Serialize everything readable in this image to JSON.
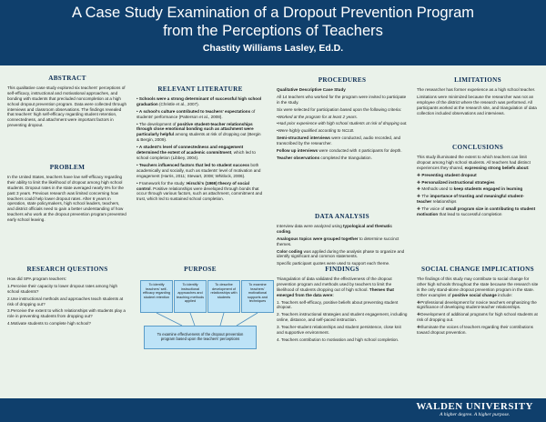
{
  "header": {
    "title_line1": "A Case Study Examination of a Dropout Prevention Program",
    "title_line2": "from the Perceptions of Teachers",
    "author": "Chastity Williams Lasley, Ed.D."
  },
  "abstract": {
    "heading": "ABSTRACT",
    "text": "This qualitative case study explored six teachers' perceptions of self-efficacy, instructional and motivational approaches, and bonding with students that precluded noncompletion at a high school dropout prevention program. Data were collected through interviews and classroom observations. The findings revealed that teachers' high self-efficacy regarding student retention, connectedness, and attachment were important factors in preventing dropout."
  },
  "problem": {
    "heading": "PROBLEM",
    "text": "In the United States, teachers have low self-efficacy regarding their ability to limit the likelihood of dropout among high school students. Dropout rates in the state averaged nearly 5% for the past 3 years. Previous research was limited concerning how teachers could help lower dropout rates. After 6 years in operation, state policymakers, high school leaders, teachers, and district officials need to gain a better understanding of how teachers who work at the dropout prevention program prevented early school leaving."
  },
  "rq": {
    "heading": "RESEARCH QUESTIONS",
    "intro": "How did SPA program teachers:",
    "items": [
      "1.Perceive their capacity to lower dropout rates among high school students?",
      "2.Use instructional methods and approaches teach students at risk of dropping out?",
      "3.Perceive the extent to which relationships with students play a role in preventing students from dropping out?",
      "4.Motivate students to complete high school?"
    ]
  },
  "literature": {
    "heading": "RELEVANT LITERATURE",
    "items": [
      {
        "bold": "Schools were a strong determinant of successful high school graduation",
        "rest": " (Christle et al., 2007)."
      },
      {
        "bold": "A school's culture contributed to teachers' expectations",
        "rest": " of students' performance (Patterson et al., 2008)."
      },
      {
        "pre": "The development of ",
        "bold": "positive student-teacher relationships through close emotional bonding such as attachment were particularly helpful",
        "rest": " among students at risk of dropping out (Bergin & Bergin, 2009)."
      },
      {
        "bold": "A student's level of connectedness and engagement determined the extent of academic commitment",
        "rest": ", which led to school completion (Libbey, 2004)."
      },
      {
        "bold": "Teachers influenced factors that led to student success",
        "rest": " both academically and socially, such as students' level of motivation and engagement (Harris, 2011; Stewart, 2008; Whitlock, 2006)."
      },
      {
        "pre": "Framework for the study: ",
        "bold": "Hirschi's (1969) theory of social control",
        "rest": ". Positive relationships were developed through bonds that occur through various factors, such as attachment, commitment and trust, which led to sustained school completion."
      }
    ]
  },
  "purpose": {
    "heading": "PURPOSE",
    "boxes": [
      "To identify teachers' self-efficacy regarding student retention",
      "To identify instructional approaches and teaching methods applied",
      "To describe development of relationships with students",
      "To examine teachers' motivational supports and techniques"
    ],
    "bottom": "To examine effectiveness of the dropout prevention program based upon the teachers' perceptions"
  },
  "procedures": {
    "heading": "PROCEDURES",
    "design_label": "Qualitative Descriptive Case Study",
    "p1": "All 14 teachers who worked for the program were invited to participate in the study.",
    "p2": "Six were selected for participation based upon the following criteria:",
    "criteria": [
      "Worked at the program for at least 2 years.",
      "Had prior experience with high school students at risk of dropping out.",
      "Were highly qualified according to NCLB."
    ],
    "semi_label": "Semi-structured interviews",
    "semi_rest": " were conducted, audio recorded, and transcribed by the researcher.",
    "follow_label": "Follow up interviews",
    "follow_rest": " were conducted with 4 participants for depth.",
    "teacher_obs_label": "Teacher observations",
    "teacher_obs_rest": " completed the triangulation."
  },
  "data_analysis": {
    "heading": "DATA ANALYSIS",
    "p1_pre": "Interview data were analyzed using ",
    "p1_bold": "typological and thematic coding",
    "p1_post": ".",
    "p2_bold": "Analogous topics were grouped together",
    "p2_rest": " to determine succinct themes.",
    "p3_bold": "Color coding",
    "p3_rest": " was applied during the analysis phase to organize and identify significant and common statements.",
    "p4": "Specific participant quotes were used to support each theme."
  },
  "findings": {
    "heading": "FINDINGS",
    "intro": "Triangulation of data validated the effectiveness of the dropout prevention program and methods used by teachers to limit the likelihood of students dropping out of high school. ",
    "intro_bold": "Themes that emerged from the data were:",
    "items": [
      "1. Teachers self-efficacy, positive beliefs about preventing student dropout.",
      "2. Teachers instructional strategies and student engagement, including online, distance, and self-paced instruction.",
      "3. Teacher-student relationships and student persistence, close knit and supportive environment.",
      "4. Teachers contribution to motivation and high school completion."
    ]
  },
  "limitations": {
    "heading": "LIMITATIONS",
    "p1": "The researcher has former experience as a high school teacher.",
    "p2": "Limitations were minimized because the researcher was not an employee of the district where the research was performed. All participants worked at the research site, and triangulation of data collection included observations and interviews."
  },
  "conclusions": {
    "heading": "CONCLUSIONS",
    "p1_pre": "This study illuminated the extent to which teachers can limit dropout among high school students. All teachers had distinct experiences they shared, ",
    "p1_bold": "expressing strong beliefs about:",
    "items": [
      {
        "bold": "Preventing student dropout",
        "rest": ""
      },
      {
        "bold": "Personalized instructional strategies",
        "rest": ""
      },
      {
        "pre": "Methods used to ",
        "bold": "keep students engaged in learning",
        "rest": ""
      },
      {
        "pre": "The ",
        "bold": "importance of trusting and meaningful student-teacher",
        "rest": " relationships"
      },
      {
        "pre": "The voice of ",
        "bold": "small program size in contributing to student motivation",
        "rest": " that lead to successful completion"
      }
    ]
  },
  "social": {
    "heading": "SOCIAL CHANGE IMPLICATIONS",
    "p1_pre": "The findings of this study may contribute to social change for other high schools throughout the state because the research site is the only stand-alone dropout prevention program in the state. Other examples of ",
    "p1_bold": "positive social change",
    "p1_post": " include:",
    "items": [
      "Professional development for novice teachers emphasizing the significance of developing student-teacher relationships.",
      "Development of additional programs for high school students at risk of dropping out.",
      "Illuminate the voices of teachers regarding their contributions toward dropout prevention."
    ]
  },
  "footer": {
    "logo_name": "WALDEN UNIVERSITY",
    "logo_tag": "A higher degree. A higher purpose."
  },
  "colors": {
    "header_bg": "#0f3f6c",
    "panel_bg": "#eaf2ea",
    "box_bg": "#bde3f7",
    "heading": "#0f2f55"
  }
}
